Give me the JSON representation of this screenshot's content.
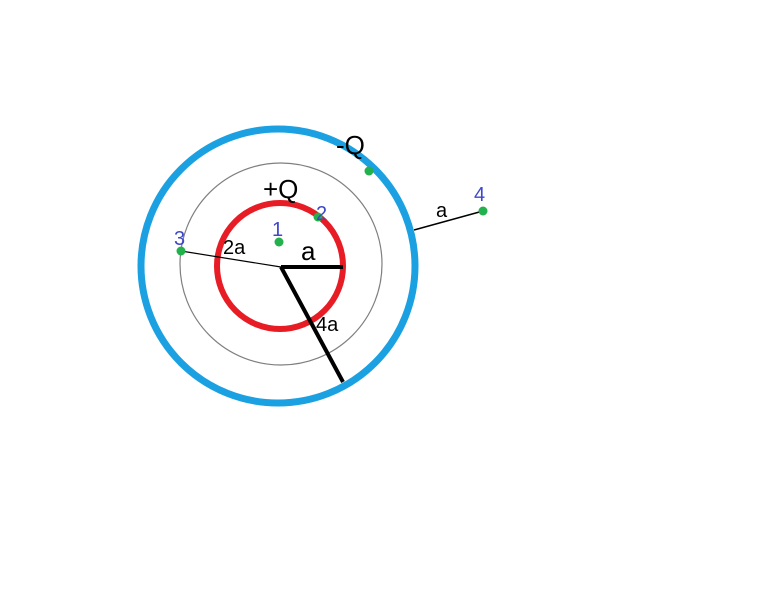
{
  "colors": {
    "outer_shell": "#1ba1e2",
    "inner_shell": "#e81c24",
    "guide_circle": "#7f7f7f",
    "point": "#22b14c",
    "point_label": "#3f48cc",
    "text": "#000000"
  },
  "charges": {
    "outer": "-Q",
    "inner": "+Q"
  },
  "radii_labels": {
    "inner": "a",
    "middle": "2a",
    "outer": "4a",
    "external": "a"
  },
  "points": [
    {
      "label": "1"
    },
    {
      "label": "2"
    },
    {
      "label": "3"
    },
    {
      "label": "4"
    }
  ]
}
